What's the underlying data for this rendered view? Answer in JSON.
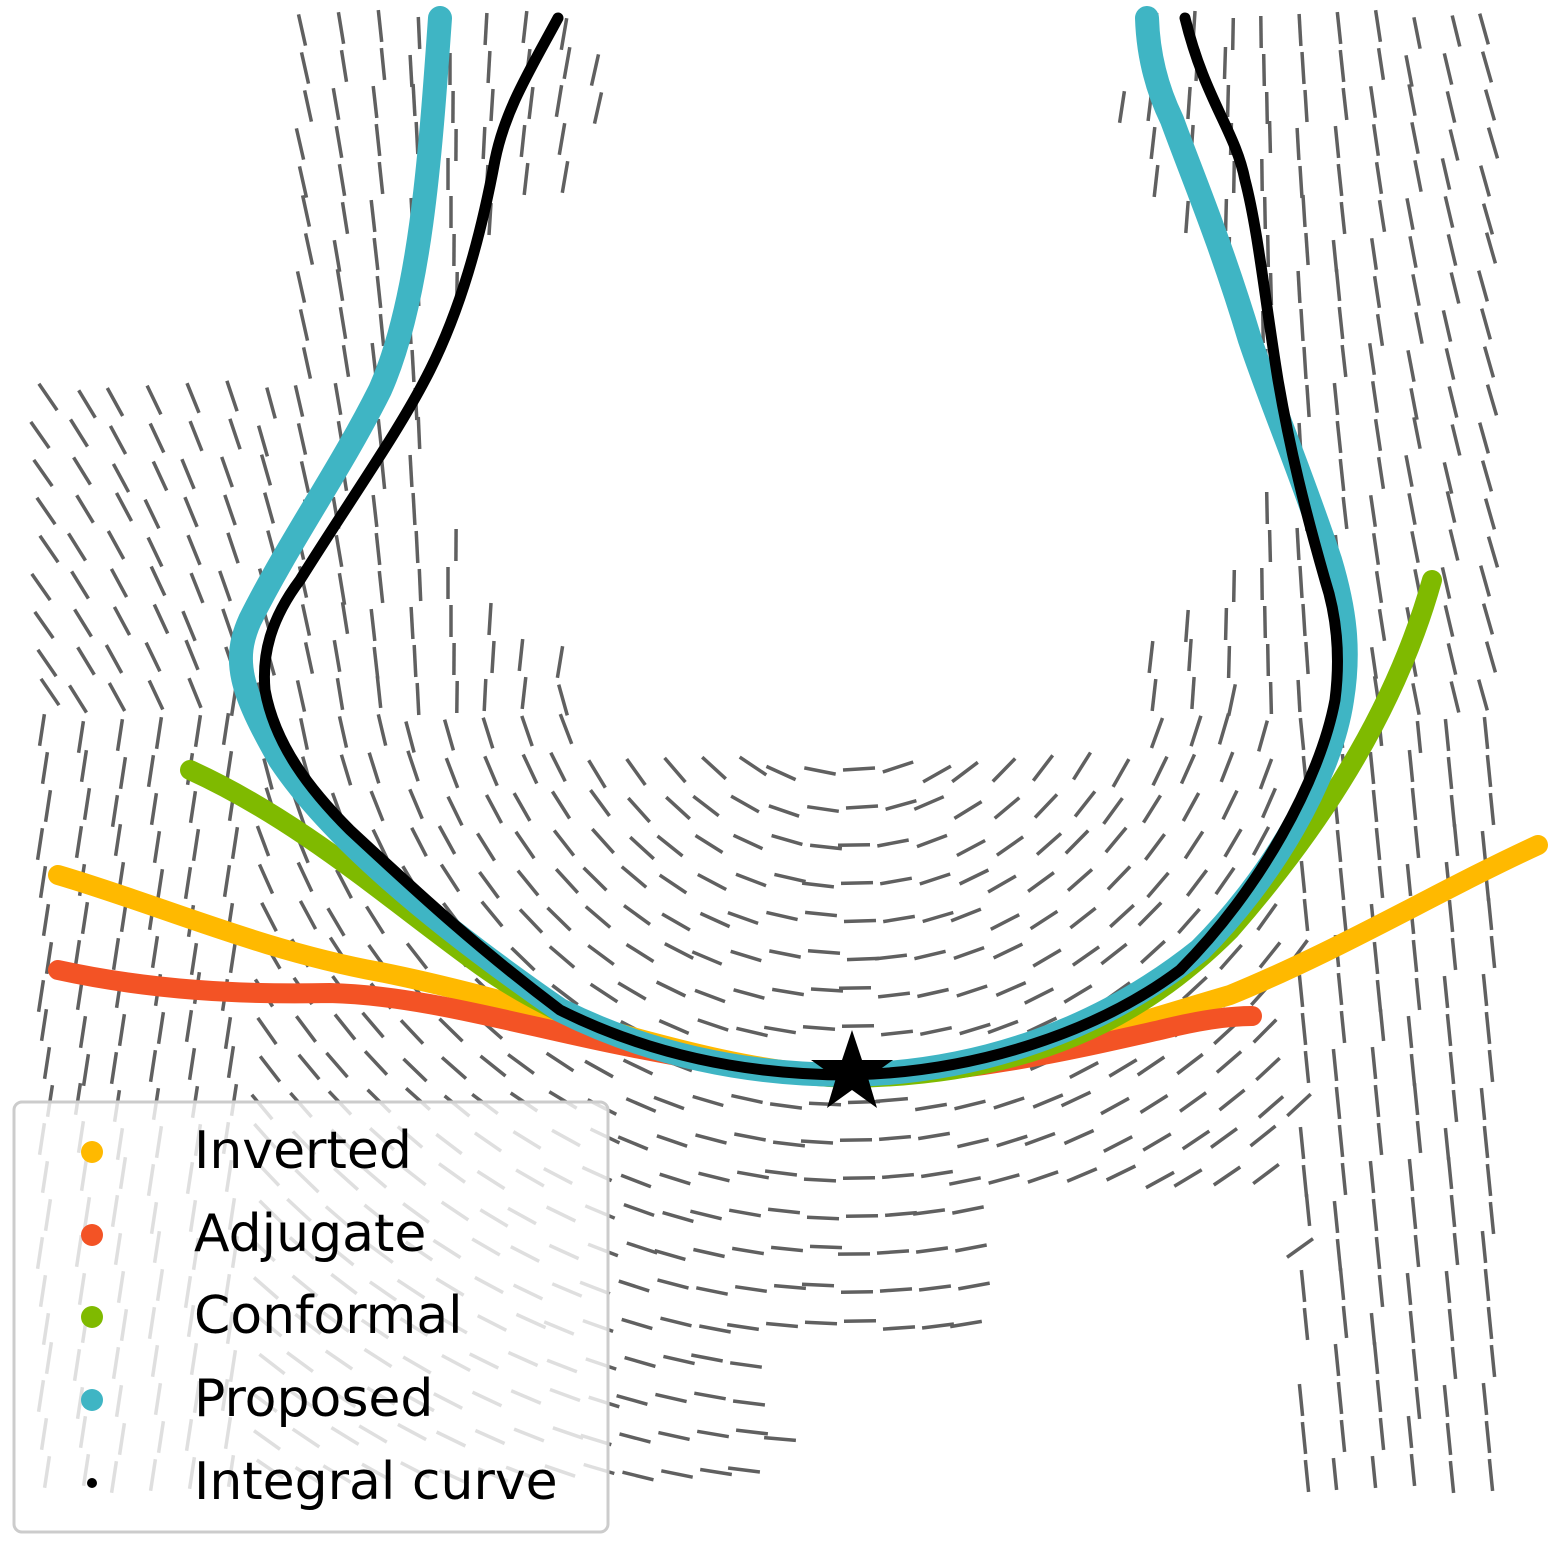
{
  "legend": {
    "items": [
      {
        "label": "Inverted",
        "color": "#FFB900",
        "marker": "dot"
      },
      {
        "label": "Adjugate",
        "color": "#F35325",
        "marker": "dot"
      },
      {
        "label": "Conformal",
        "color": "#7FBA00",
        "marker": "dot"
      },
      {
        "label": "Proposed",
        "color": "#3FB5C4",
        "marker": "dot"
      },
      {
        "label": "Integral curve",
        "color": "#000000",
        "marker": "small-dot"
      }
    ]
  },
  "colors": {
    "field_segments": "#606060",
    "background": "#ffffff",
    "start_marker": "#000000"
  },
  "start_marker_icon": "star-icon"
}
